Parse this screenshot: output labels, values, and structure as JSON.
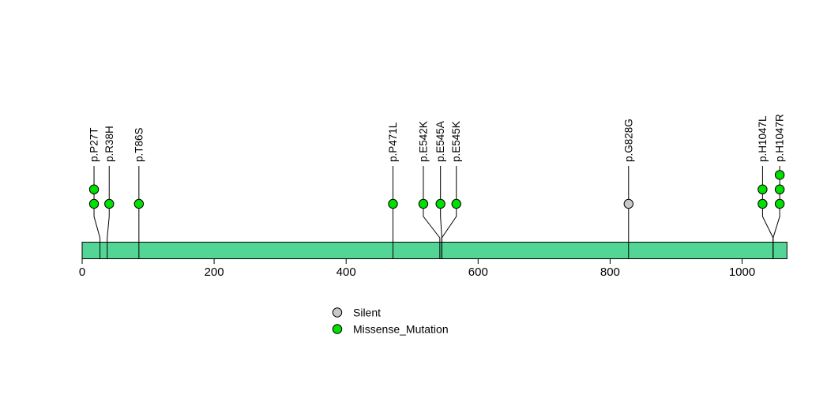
{
  "chart_data": {
    "type": "lollipop",
    "title": "",
    "xlabel": "",
    "ylabel": "",
    "axis": {
      "min": 0,
      "max": 1068,
      "ticks": [
        0,
        200,
        400,
        600,
        800,
        1000
      ],
      "grid": false
    },
    "protein_length": 1068,
    "backbone_color": "#53d695",
    "stem_color": "#000000",
    "mutations": [
      {
        "label": "p.P27T",
        "position": 27,
        "label_pos": 18,
        "type": "Missense_Mutation",
        "count": 2
      },
      {
        "label": "p.R38H",
        "position": 38,
        "label_pos": 41,
        "type": "Missense_Mutation",
        "count": 1
      },
      {
        "label": "p.T86S",
        "position": 86,
        "label_pos": 86,
        "type": "Missense_Mutation",
        "count": 1
      },
      {
        "label": "p.P471L",
        "position": 471,
        "label_pos": 471,
        "type": "Missense_Mutation",
        "count": 1
      },
      {
        "label": "p.E542K",
        "position": 542,
        "label_pos": 517,
        "type": "Missense_Mutation",
        "count": 1
      },
      {
        "label": "p.E545A",
        "position": 545,
        "label_pos": 543,
        "type": "Missense_Mutation",
        "count": 1
      },
      {
        "label": "p.E545K",
        "position": 545,
        "label_pos": 567,
        "type": "Missense_Mutation",
        "count": 1
      },
      {
        "label": "p.G828G",
        "position": 828,
        "label_pos": 828,
        "type": "Silent",
        "count": 1
      },
      {
        "label": "p.H1047L",
        "position": 1047,
        "label_pos": 1031,
        "type": "Missense_Mutation",
        "count": 2
      },
      {
        "label": "p.H1047R",
        "position": 1047,
        "label_pos": 1057,
        "type": "Missense_Mutation",
        "count": 3
      }
    ],
    "mutation_type_colors": {
      "Silent": "#c8c8c8",
      "Missense_Mutation": "#00e000"
    },
    "legend": {
      "position": "bottom-center",
      "items": [
        {
          "label": "Silent",
          "color": "#c8c8c8"
        },
        {
          "label": "Missense_Mutation",
          "color": "#00e000"
        }
      ]
    }
  }
}
